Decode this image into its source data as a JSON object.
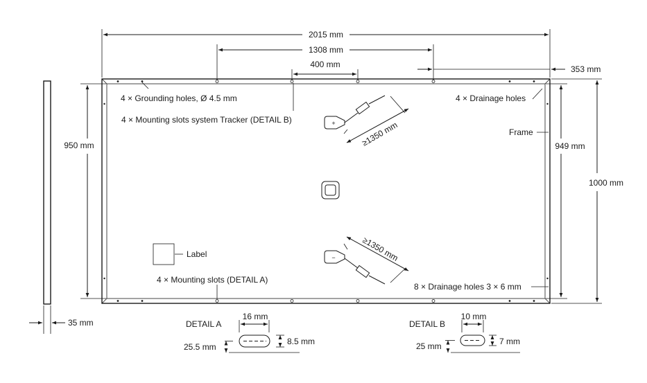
{
  "dimensions": {
    "total_width": "2015 mm",
    "mount_span": "1308 mm",
    "inner_span": "400 mm",
    "edge_offset": "353 mm",
    "height_left": "950 mm",
    "height_inner": "949 mm",
    "height_total": "1000 mm",
    "thickness": "35 mm"
  },
  "labels": {
    "grounding": "4 × Grounding holes, Ø 4.5 mm",
    "tracker": "4 × Mounting slots system Tracker (DETAIL B)",
    "drainage4": "4 × Drainage holes",
    "frame": "Frame",
    "label": "Label",
    "mounting": "4 × Mounting slots (DETAIL A)",
    "drainage8": "8 × Drainage holes 3 × 6 mm",
    "cable_top": "≥1350 mm",
    "cable_bottom": "≥1350 mm",
    "jbox_plus": "+",
    "jbox_minus": "−"
  },
  "detail_a": {
    "title": "DETAIL A",
    "width": "16 mm",
    "height": "8.5 mm",
    "offset": "25.5 mm"
  },
  "detail_b": {
    "title": "DETAIL B",
    "width": "10 mm",
    "height": "7 mm",
    "offset": "25 mm"
  }
}
